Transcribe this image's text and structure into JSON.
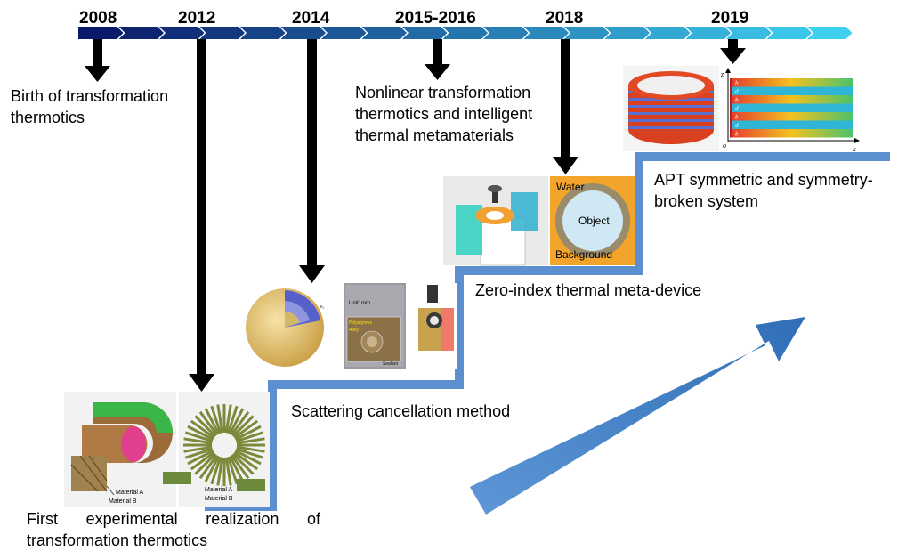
{
  "years": [
    "2008",
    "2012",
    "2014",
    "2015-2016",
    "2018",
    "2019"
  ],
  "captions": {
    "birth": [
      "Birth of transformation",
      "thermotics"
    ],
    "first": [
      "First experimental realization of",
      "transformation thermotics"
    ],
    "scattering": [
      "Scattering cancellation method"
    ],
    "nonlinear": [
      "Nonlinear transformation",
      "thermotics and intelligent",
      "thermal metamaterials"
    ],
    "zero_index": [
      "Zero-index thermal meta-device"
    ],
    "apt": [
      "APT symmetric and symmetry-",
      "broken system"
    ]
  },
  "figure_labels": {
    "material_a": "Material A",
    "material_b": "Material B",
    "water": "Water",
    "object": "Object",
    "background": "Background",
    "unit": "Unit: mm",
    "sealant": "Sealant",
    "alloy": "Alloy",
    "polystyrene": "Polystyrene",
    "apt_rows": [
      "b",
      "d",
      "b",
      "d",
      "b",
      "d",
      "b"
    ],
    "axis_z": "z",
    "axis_x": "x",
    "axis_o": "o"
  },
  "colors": {
    "timeline_dark": "#0a1a6a",
    "timeline_light": "#3fd0f0",
    "step_blue": "#5b8fd0",
    "arrow_black": "#000000",
    "big_arrow": "#3f7fc4"
  }
}
